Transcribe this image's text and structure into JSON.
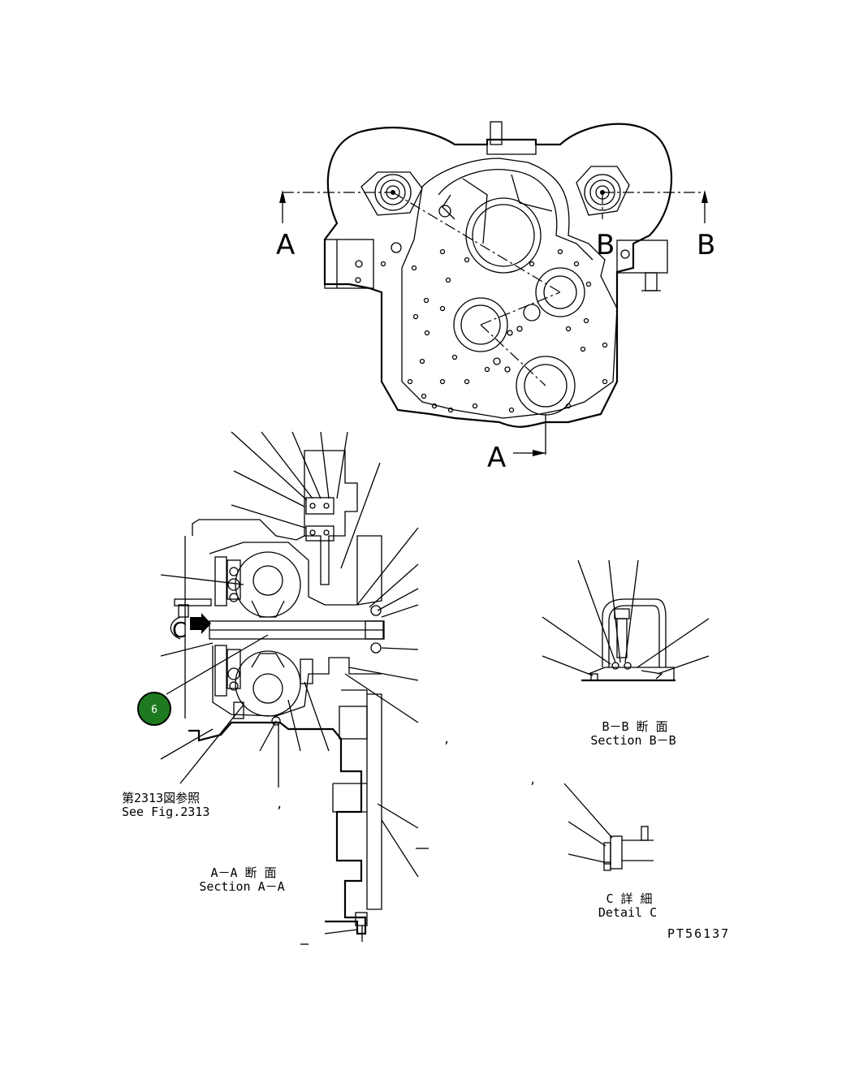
{
  "drawing_id": "PT56137",
  "section_markers": {
    "a": "A",
    "b": "B",
    "c": "C"
  },
  "views": {
    "section_aa": {
      "jp": "A－A 断 面",
      "en": "Section A－A"
    },
    "section_bb": {
      "jp": "B－B 断 面",
      "en": "Section B－B"
    },
    "detail_c": {
      "jp": "C 詳 細",
      "en": "Detail C"
    }
  },
  "reference": {
    "jp": "第2313図参照",
    "en": "See Fig.2313"
  },
  "callout": {
    "label": "6",
    "color": "#1e7a1e"
  }
}
